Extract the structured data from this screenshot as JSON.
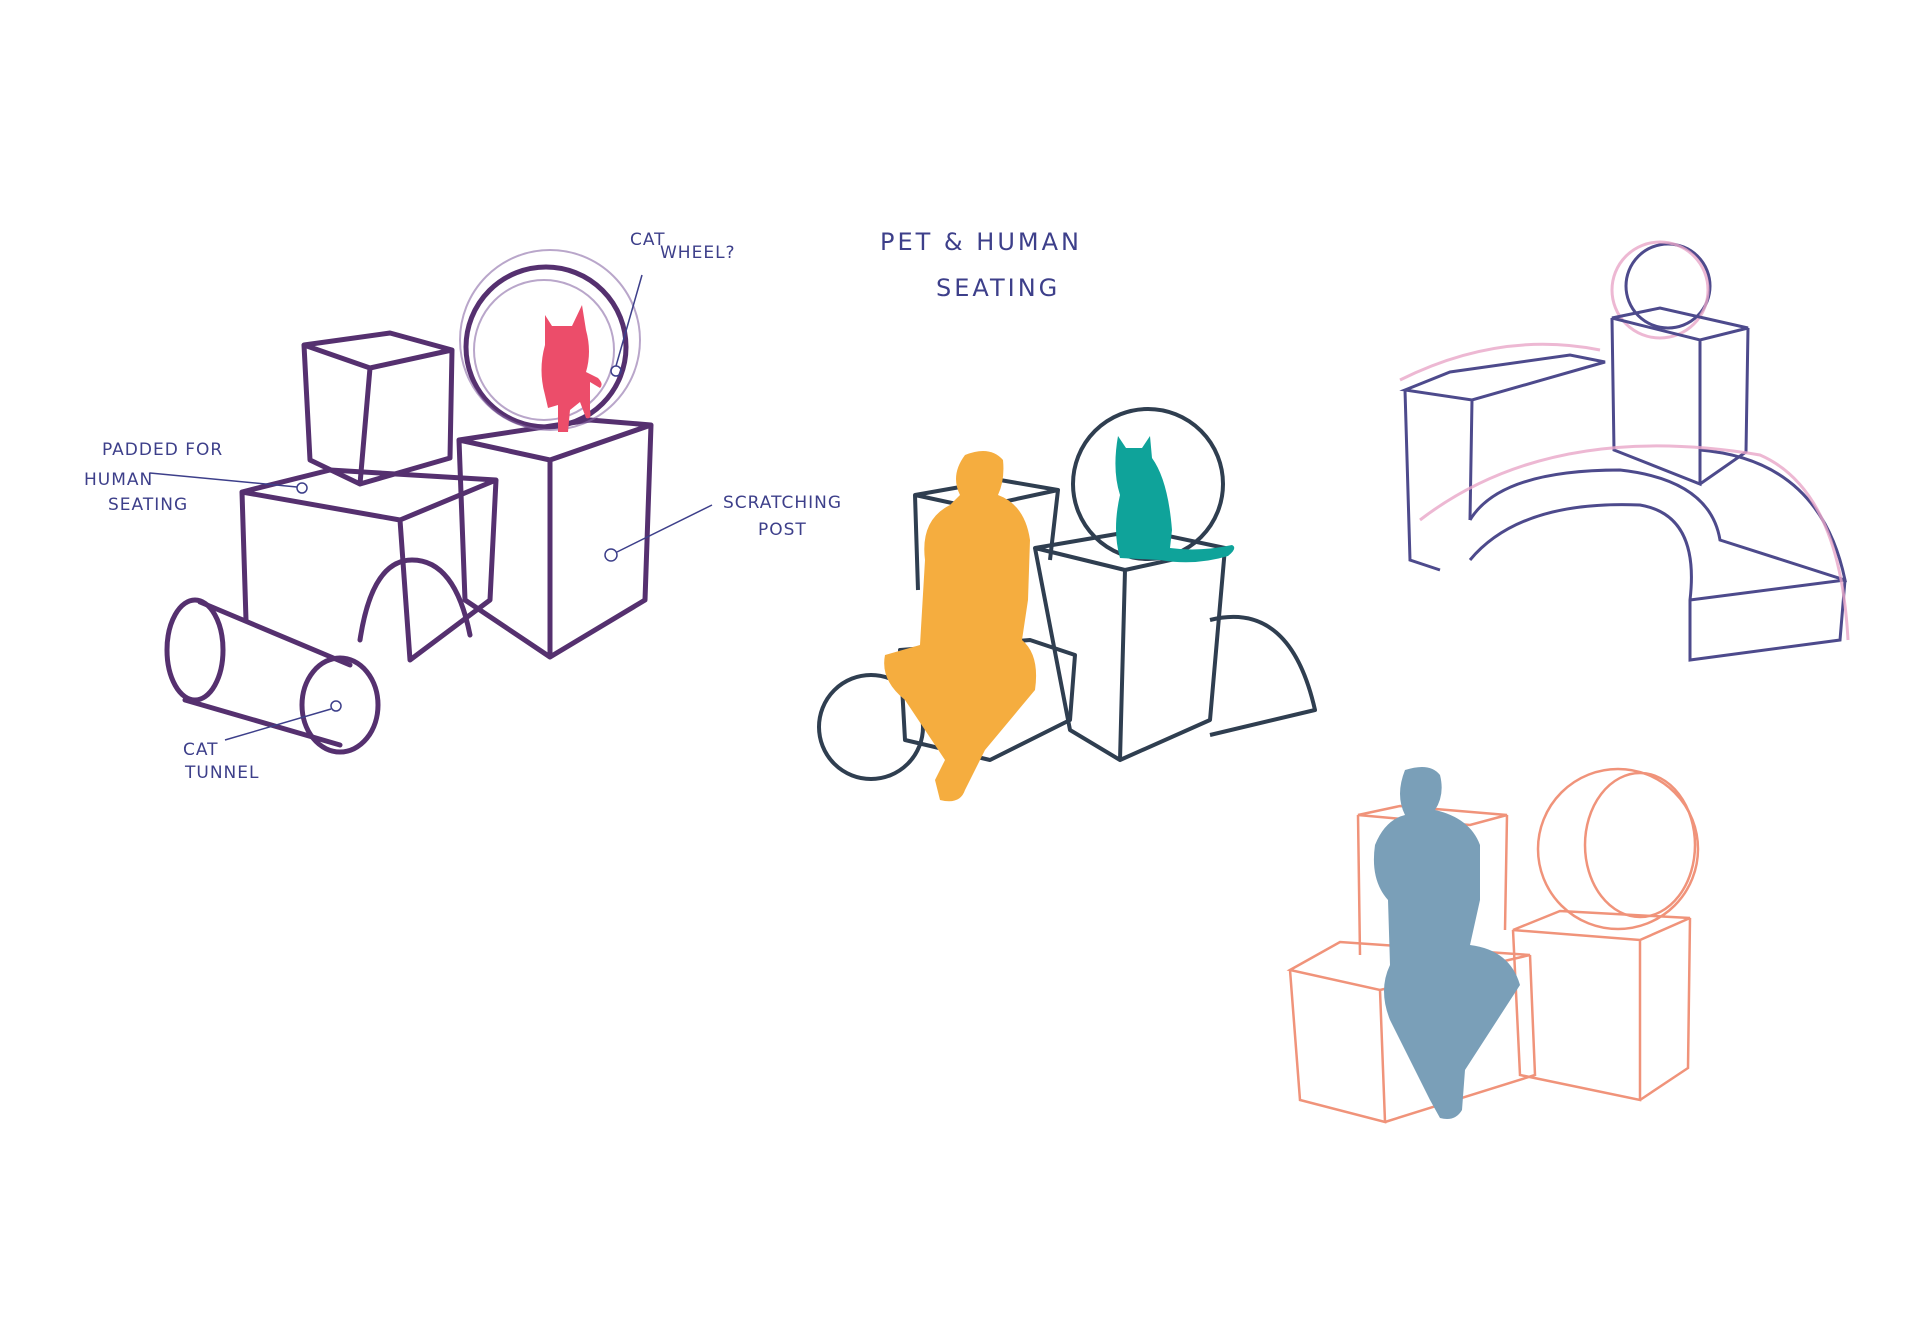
{
  "title": {
    "line1": "PET & HUMAN",
    "line2": "SEATING"
  },
  "annotations": {
    "cat_wheel": {
      "line1": "CAT",
      "line2": "WHEEL?"
    },
    "padded": {
      "line1": "PADDED FOR",
      "line2": "HUMAN",
      "line3": "SEATING"
    },
    "scratching_post": {
      "line1": "SCRATCHING",
      "line2": "POST"
    },
    "cat_tunnel": {
      "line1": "CAT",
      "line2": "TUNNEL"
    }
  },
  "colors": {
    "sketch1_line": "#55306f",
    "cat1": "#ec4d6a",
    "sketch2_line": "#2f3e50",
    "person2": "#f5ad3f",
    "cat2": "#0fa39a",
    "sketch3_line": "#4d4a8c",
    "sketch3_pink": "#e9a6c8",
    "sketch4_line": "#f0937a",
    "person4": "#7a9fb8",
    "text": "#3d3f8a"
  }
}
